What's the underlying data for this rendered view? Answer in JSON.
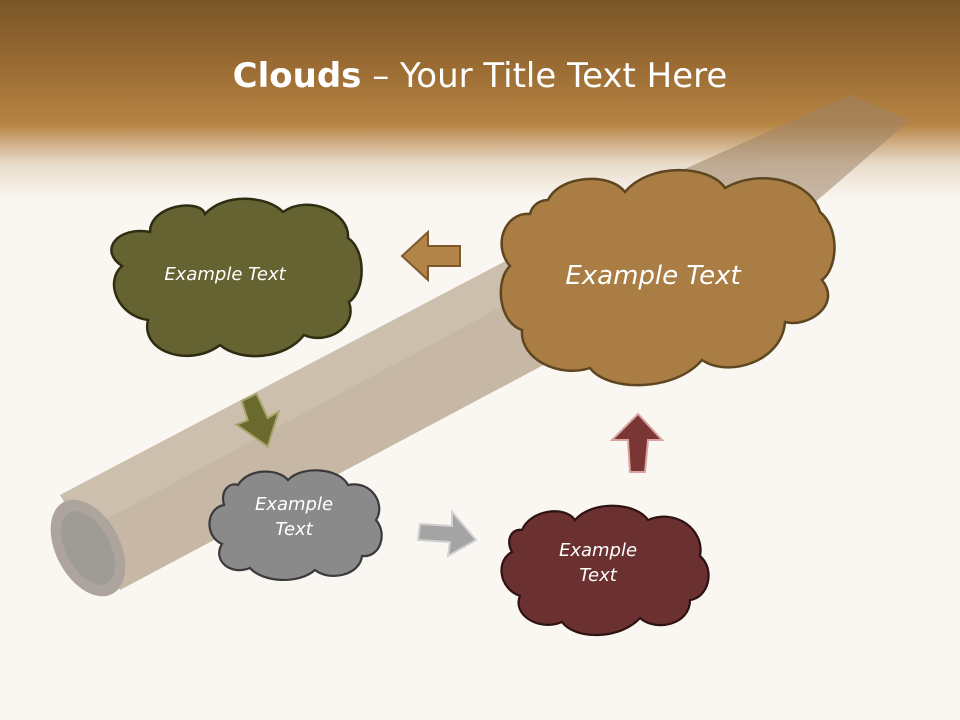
{
  "slide": {
    "title_bold": "Clouds",
    "title_dash": " – ",
    "title_rest": "Your Title Text Here"
  },
  "clouds": {
    "olive": {
      "text": "Example Text",
      "color": "#656332"
    },
    "tan": {
      "text": "Example Text",
      "color": "#a97d44"
    },
    "gray": {
      "line1": "Example",
      "line2": "Text",
      "color": "#8a8a8a"
    },
    "maroon": {
      "line1": "Example",
      "line2": "Text",
      "color": "#6b3131"
    }
  },
  "arrows": {
    "left": {
      "icon": "arrow-left-icon",
      "color": "#b28448"
    },
    "down": {
      "icon": "arrow-down-icon",
      "color": "#6a6a2e"
    },
    "right": {
      "icon": "arrow-right-icon",
      "color": "#a4a4a4"
    },
    "up": {
      "icon": "arrow-up-icon",
      "color": "#7a3535"
    }
  }
}
